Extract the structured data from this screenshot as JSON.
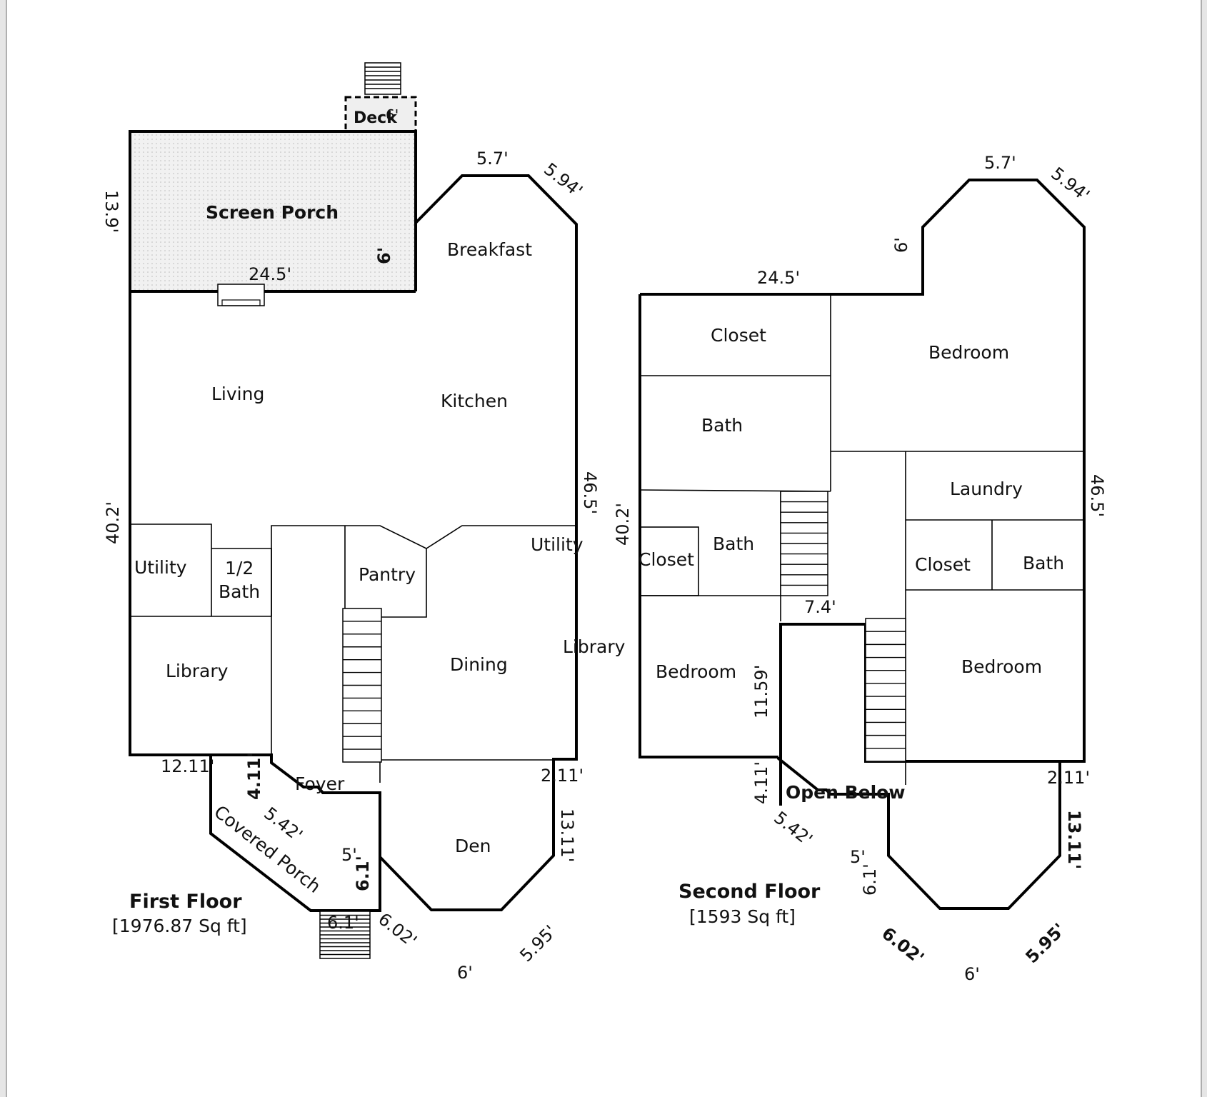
{
  "first_floor": {
    "title": "First Floor",
    "area": "[1976.87 Sq ft]",
    "rooms": {
      "deck": "Deck",
      "deck_dim": "6'",
      "screen_porch": "Screen Porch",
      "breakfast": "Breakfast",
      "living": "Living",
      "kitchen": "Kitchen",
      "utility_left": "Utility",
      "half_bath_1": "1/2",
      "half_bath_2": "Bath",
      "pantry": "Pantry",
      "utility_right": "Utility",
      "library_left": "Library",
      "library_right": "Library",
      "dining": "Dining",
      "foyer": "Foyer",
      "den": "Den",
      "covered_porch": "Covered Porch"
    },
    "dims": {
      "porch_side": "13.9'",
      "porch_width": "24.5'",
      "porch_inner": "6'",
      "bay_top": "5.7'",
      "bay_diag": "5.94'",
      "right_side": "46.5'",
      "left_side": "40.2'",
      "bottom_left": "12.11'",
      "foyer_side": "4.11'",
      "foyer_diag": "5.42'",
      "entry_width": "5'",
      "entry_depth": "6.1'",
      "stoop": "6.1'",
      "den_diag_left": "6.02'",
      "den_bottom": "6'",
      "den_diag_right": "5.95'",
      "den_side": "13.11'",
      "den_top_right": "2.11'"
    }
  },
  "second_floor": {
    "title": "Second Floor",
    "area": "[1593 Sq ft]",
    "rooms": {
      "closet_top": "Closet",
      "bath_upper": "Bath",
      "bedroom_top": "Bedroom",
      "laundry": "Laundry",
      "closet_small_left": "Closet",
      "bath_middle": "Bath",
      "closet_right": "Closet",
      "bath_right": "Bath",
      "bedroom_left": "Bedroom",
      "bedroom_right": "Bedroom",
      "open_below": "Open Below"
    },
    "dims": {
      "top_width": "24.5'",
      "bay_inner": "6'",
      "bay_top": "5.7'",
      "bay_diag": "5.94'",
      "right_side": "46.5'",
      "left_side": "40.2'",
      "stair_width": "7.4'",
      "bedroom_depth": "11.59'",
      "lower_side": "4.11'",
      "lower_diag": "5.42'",
      "entry_width": "5'",
      "entry_depth": "6.1'",
      "den_diag_left": "6.02'",
      "den_bottom": "6'",
      "den_diag_right": "5.95'",
      "den_side": "13.11'",
      "top_right": "2.11'"
    }
  }
}
